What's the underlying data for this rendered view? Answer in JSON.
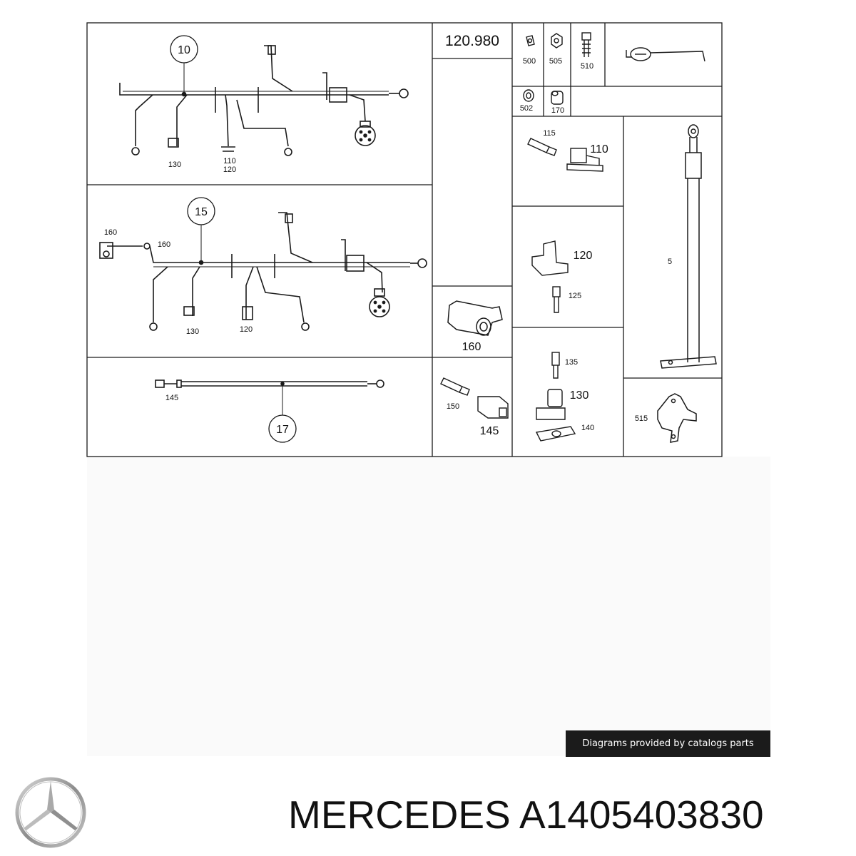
{
  "diagram": {
    "group_code": "120.980",
    "callouts": {
      "harness_a": "10",
      "harness_b": "15",
      "cable_c": "17"
    },
    "labels": {
      "a_130": "130",
      "a_110": "110",
      "a_120": "120",
      "b_160a": "160",
      "b_160b": "160",
      "b_130": "130",
      "b_120": "120",
      "c_145": "145",
      "p500": "500",
      "p505": "505",
      "p510": "510",
      "p502": "502",
      "p170": "170",
      "p115": "115",
      "p110": "110",
      "p120": "120",
      "p125": "125",
      "p160": "160",
      "p150": "150",
      "p145": "145",
      "p135": "135",
      "p130": "130",
      "p140": "140",
      "p5": "5",
      "p515": "515"
    }
  },
  "attribution": "Diagrams provided by catalogs parts",
  "brand": {
    "name": "MERCEDES",
    "part_number": "A1405403830",
    "logo_icon": "mercedes-star-icon"
  },
  "colors": {
    "line": "#1a1a1a",
    "badge_bg": "#1b1b1b",
    "panel_bg": "#fafafa"
  }
}
